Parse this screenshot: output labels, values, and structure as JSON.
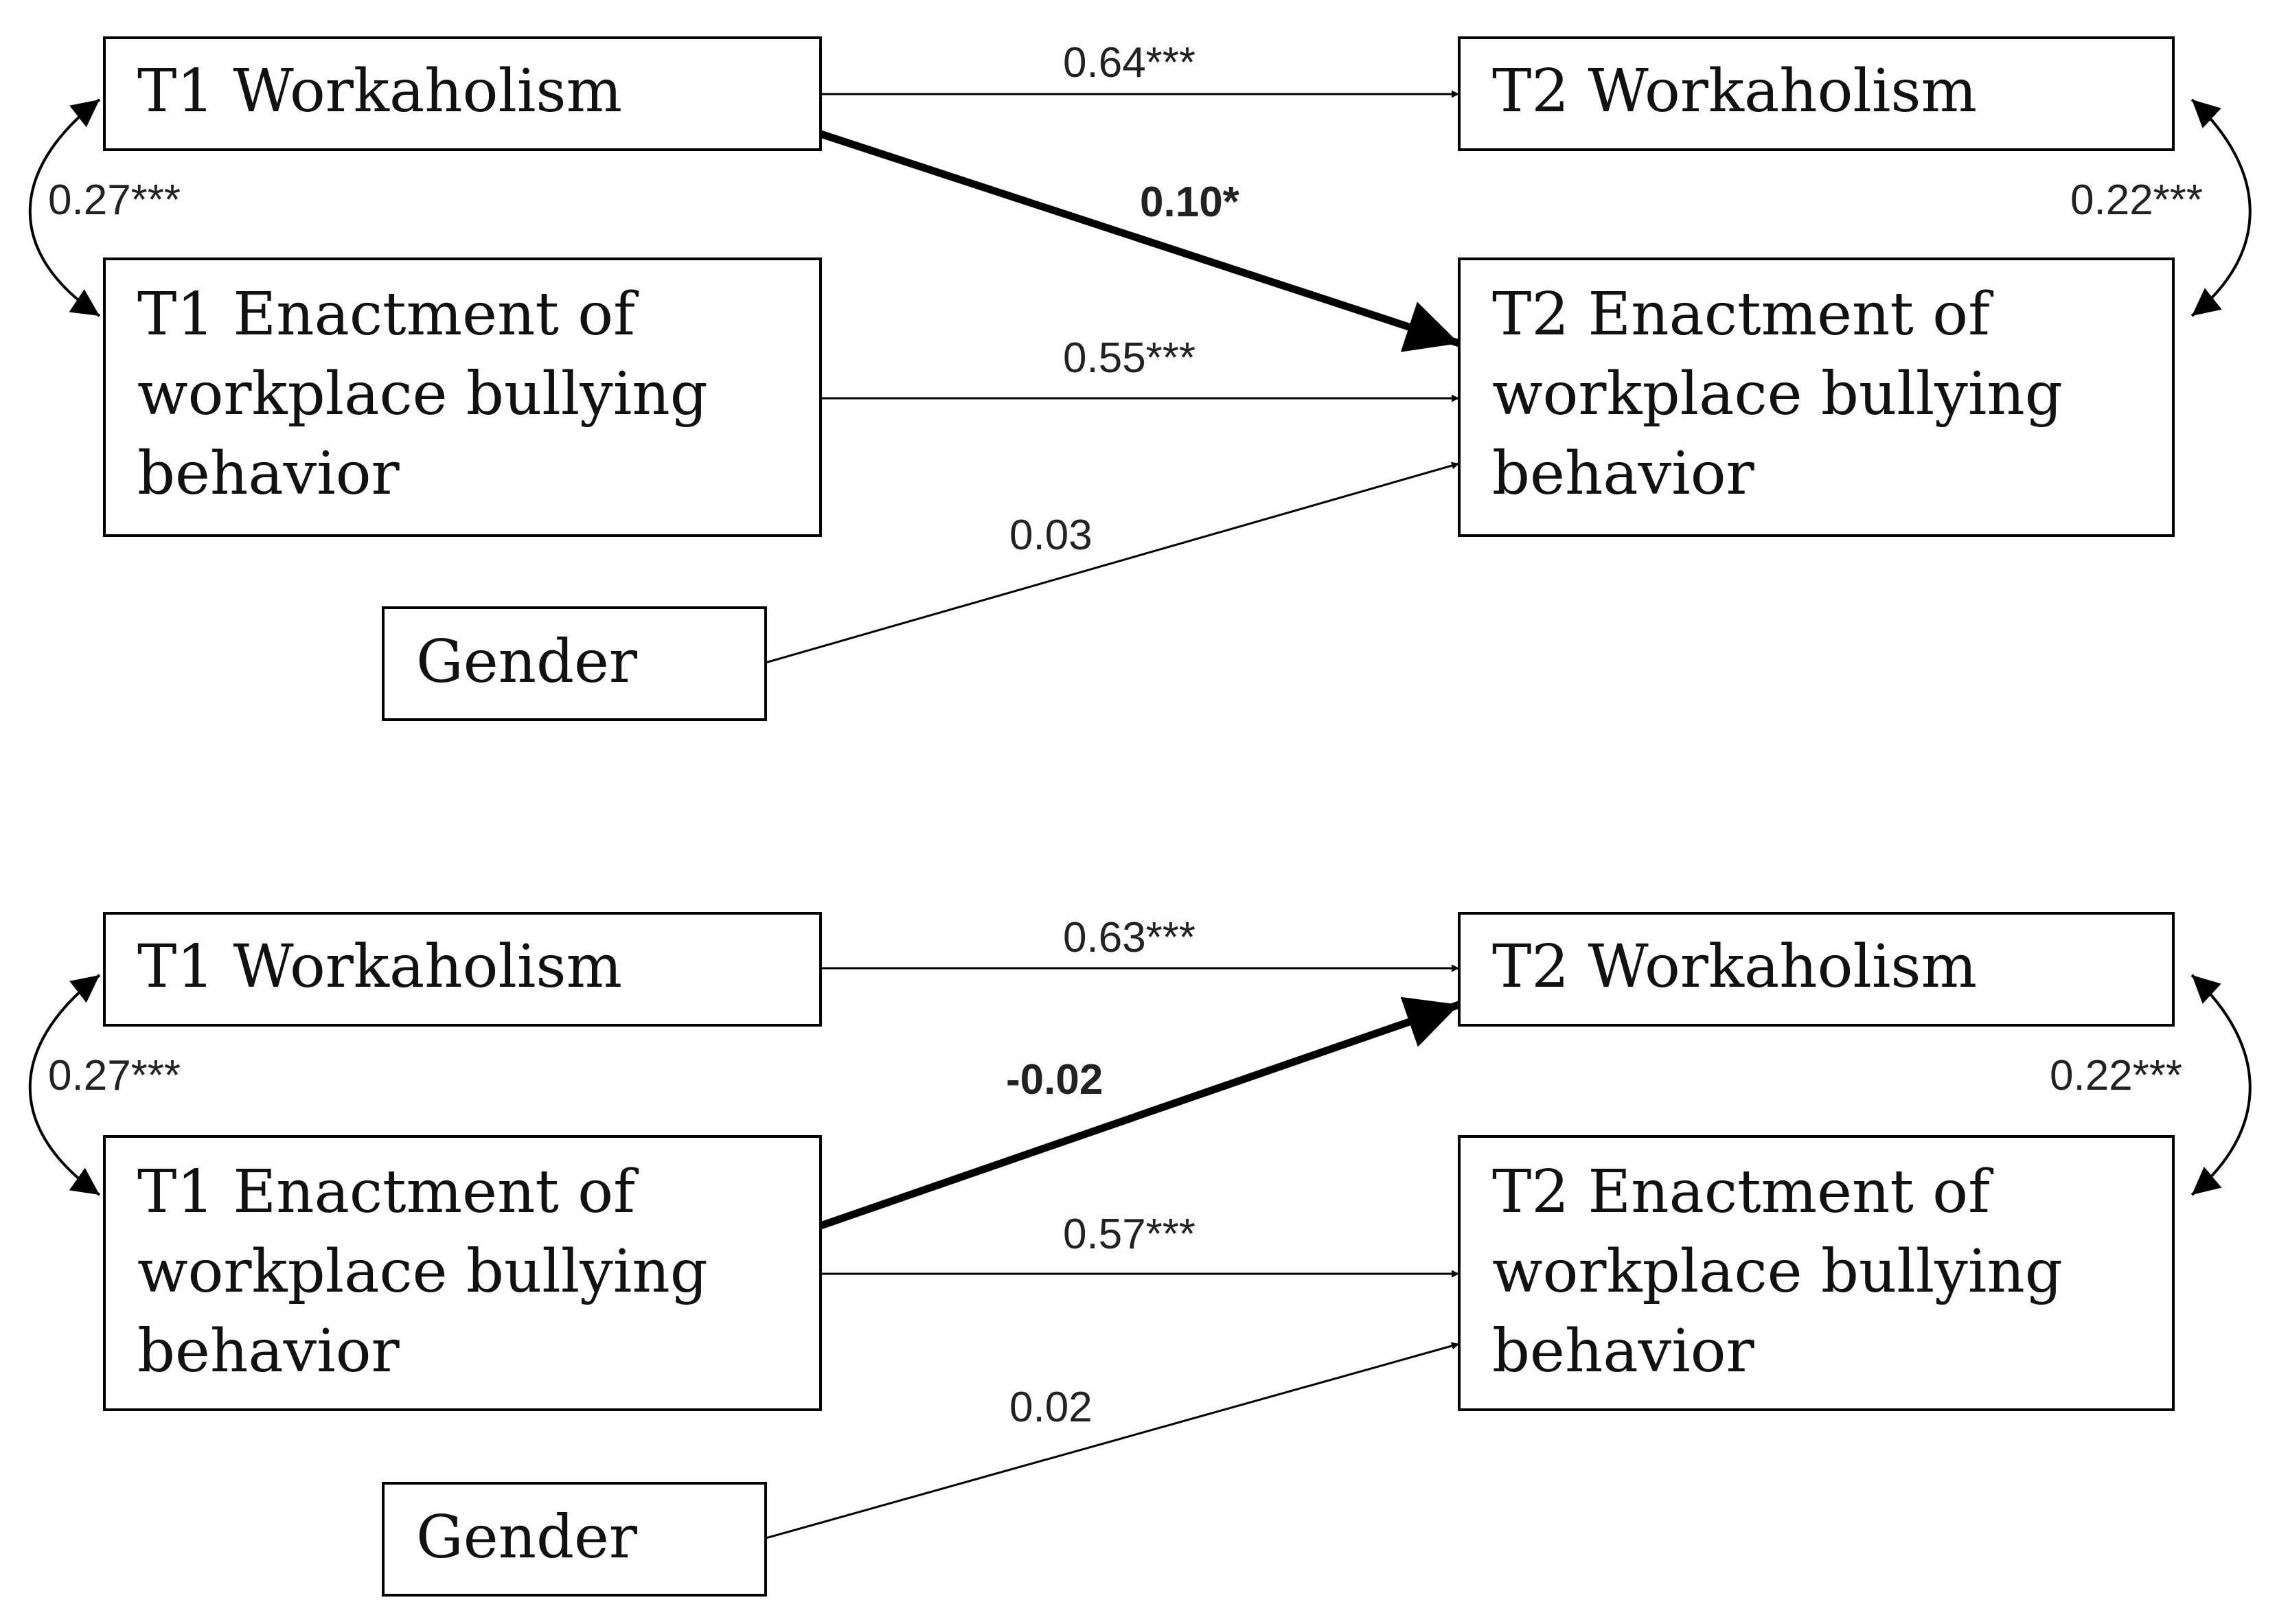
{
  "panels": [
    {
      "boxes": {
        "t1_workaholism": {
          "lines": [
            "T1 Workaholism"
          ]
        },
        "t2_workaholism": {
          "lines": [
            "T2 Workaholism"
          ]
        },
        "t1_bullying": {
          "lines": [
            "T1 Enactment of",
            "workplace bullying",
            "behavior"
          ]
        },
        "t2_bullying": {
          "lines": [
            "T2 Enactment of",
            "workplace bullying",
            "behavior"
          ]
        },
        "gender": {
          "lines": [
            "Gender"
          ]
        }
      },
      "coefficients": {
        "workaholism_stability": "0.64***",
        "cross_lagged": "0.10*",
        "bullying_stability": "0.55***",
        "gender_effect": "0.03",
        "t1_correlation": "0.27***",
        "t2_correlation": "0.22***"
      }
    },
    {
      "boxes": {
        "t1_workaholism": {
          "lines": [
            "T1 Workaholism"
          ]
        },
        "t2_workaholism": {
          "lines": [
            "T2 Workaholism"
          ]
        },
        "t1_bullying": {
          "lines": [
            "T1 Enactment of",
            "workplace bullying",
            "behavior"
          ]
        },
        "t2_bullying": {
          "lines": [
            "T2 Enactment of",
            "workplace bullying",
            "behavior"
          ]
        },
        "gender": {
          "lines": [
            "Gender"
          ]
        }
      },
      "coefficients": {
        "workaholism_stability": "0.63***",
        "cross_lagged": "-0.02",
        "bullying_stability": "0.57***",
        "gender_effect": "0.02",
        "t1_correlation": "0.27***",
        "t2_correlation": "0.22***"
      }
    }
  ]
}
